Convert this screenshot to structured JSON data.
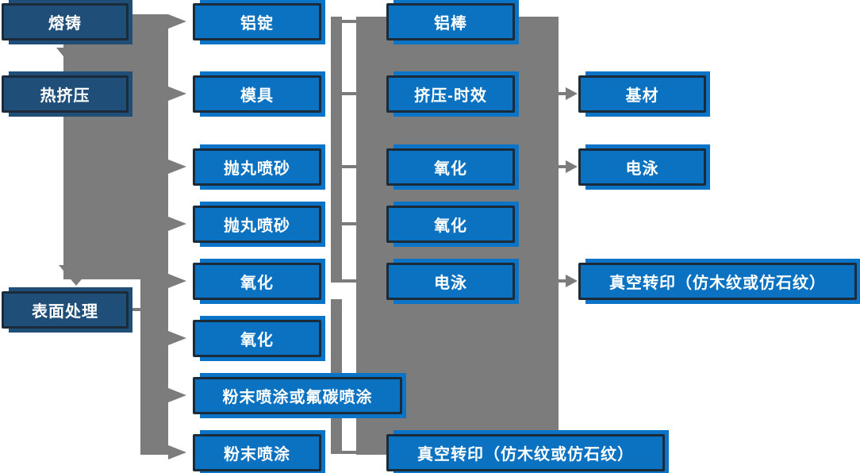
{
  "flowchart": {
    "stage_column": {
      "melting_casting": "熔铸",
      "hot_extrusion": "热挤压",
      "surface_treatment": "表面处理"
    },
    "process_column": {
      "aluminum_ingot": "铝锭",
      "mold": "模具",
      "shot_blasting_1": "抛丸喷砂",
      "shot_blasting_2": "抛丸喷砂",
      "oxidation_1": "氧化",
      "oxidation_2": "氧化",
      "powder_or_fluorocarbon_coating": "粉末喷涂或氟碳喷涂",
      "powder_coating": "粉末喷涂"
    },
    "middle_column": {
      "aluminum_rod": "铝棒",
      "extrusion_aging": "挤压-时效",
      "oxidation_3": "氧化",
      "oxidation_4": "氧化",
      "electrophoresis_1": "电泳",
      "vacuum_transfer_bottom": "真空转印（仿木纹或仿石纹）"
    },
    "result_column": {
      "base_material": "基材",
      "electrophoresis_2": "电泳",
      "vacuum_transfer_right": "真空转印（仿木纹或仿石纹）"
    },
    "colors": {
      "node_blue": "#0B72C2",
      "node_dark_blue": "#1F4E79",
      "node_border": "#1B2B3A",
      "connector_gray": "#7C7C7C",
      "text": "#FFFFFF"
    }
  }
}
